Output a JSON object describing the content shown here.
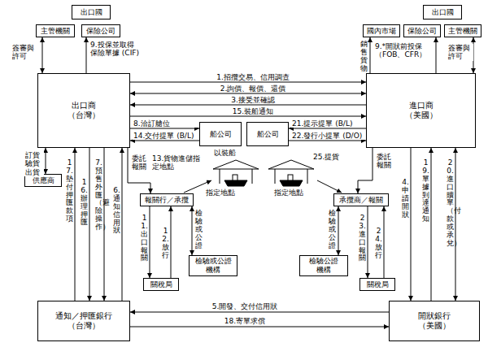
{
  "diagram": {
    "nodes": [
      {
        "text": [
          "出口國"
        ]
      },
      {
        "text": [
          "主管機關"
        ]
      },
      {
        "text": [
          "保險公司"
        ]
      },
      {
        "text": [
          "出口商 （台灣）"
        ]
      },
      {
        "text": [
          "出口國"
        ]
      },
      {
        "text": [
          "國內市場"
        ]
      },
      {
        "text": [
          "保險公司"
        ]
      },
      {
        "text": [
          "主管機關"
        ]
      },
      {
        "text": [
          "進口商 （美國）"
        ]
      },
      {
        "text": [
          "供應商"
        ]
      },
      {
        "text": [
          "船公司"
        ]
      },
      {
        "text": [
          "船公司"
        ]
      },
      {
        "text": [
          "報關行／承攬"
        ]
      },
      {
        "text": [
          "檢驗或公證 機構"
        ]
      },
      {
        "text": [
          "關稅局"
        ]
      },
      {
        "text": [
          "承攬商／報關"
        ]
      },
      {
        "text": [
          "檢驗公證 機構"
        ]
      },
      {
        "text": [
          "關稅局"
        ]
      },
      {
        "text": [
          "通知／押匯銀行 （台灣）"
        ]
      },
      {
        "text": [
          "開狀銀行 （美國）"
        ]
      }
    ],
    "edges": [
      {
        "from": 3,
        "to": 8,
        "arrow": "to",
        "label": "1.招攬交易、信用調查"
      },
      {
        "from": 3,
        "to": 8,
        "arrow": "both",
        "label": "2.詢價、報價、還價"
      },
      {
        "from": 8,
        "to": 3,
        "arrow": "to",
        "label": "3.接受並確認"
      },
      {
        "from": 3,
        "to": 8,
        "arrow": "to",
        "label": "15.裝船通知"
      },
      {
        "from": 3,
        "to": 10,
        "arrow": "to",
        "label": "8.洽訂艙位"
      },
      {
        "from": 10,
        "to": 3,
        "arrow": "to",
        "label": "14.交付提單 (B/L)"
      },
      {
        "from": 8,
        "to": 11,
        "arrow": "to",
        "label": "21.提示提單 (B/L)"
      },
      {
        "from": 11,
        "to": 8,
        "arrow": "to",
        "label": "22.發行小提單 (D/O)"
      },
      {
        "from": 1,
        "to": 3,
        "arrow": "both",
        "label": "簽審與 許可"
      },
      {
        "from": 3,
        "to": 2,
        "arrow": "to",
        "label": "9.投保並取得 保險單據 (CIF)"
      },
      {
        "from": 8,
        "to": 5,
        "arrow": "to",
        "label": "銷售貨物"
      },
      {
        "from": 8,
        "to": 6,
        "arrow": "to",
        "label": "9.*開狀前投保 （FOB、CFR）"
      },
      {
        "from": 7,
        "to": 8,
        "arrow": "both",
        "label": "簽審與 許可"
      },
      {
        "from": 3,
        "to": 9,
        "arrow": "both",
        "label": "訂貨 驗貨 出貨"
      },
      {
        "from": 18,
        "to": 3,
        "arrow": "to",
        "label": "17.墊付押匯款項"
      },
      {
        "from": 3,
        "to": 18,
        "arrow": "to",
        "label": "16.辦理押匯"
      },
      {
        "from": 3,
        "to": 18,
        "arrow": "to",
        "label": "7.預售外匯（避險操作）"
      },
      {
        "from": 18,
        "to": 3,
        "arrow": "to",
        "label": "6.通知信用狀"
      },
      {
        "from": 8,
        "to": 19,
        "arrow": "to",
        "label": "4.申請開狀"
      },
      {
        "from": 19,
        "to": 8,
        "arrow": "to",
        "label": "19.單據到達通知"
      },
      {
        "from": 8,
        "to": 19,
        "arrow": "both",
        "label": "20.進口贖單（付款或承兌）"
      },
      {
        "from": 3,
        "to": 12,
        "arrow": "to",
        "label": "委託 報關"
      },
      {
        "from": 12,
        "to": 14,
        "arrow": "to",
        "label": "11.出口報關"
      },
      {
        "from": 14,
        "to": 12,
        "arrow": "to",
        "label": "12.放行"
      },
      {
        "from": 12,
        "to": 13,
        "arrow": "both",
        "label": "檢驗或公證"
      },
      {
        "from": 8,
        "to": 15,
        "arrow": "to",
        "label": "委託 報關"
      },
      {
        "from": 15,
        "to": 17,
        "arrow": "to",
        "label": "23.進口報關"
      },
      {
        "from": 17,
        "to": 15,
        "arrow": "to",
        "label": "24.放行"
      },
      {
        "from": 15,
        "to": 16,
        "arrow": "both",
        "label": "檢驗或公證"
      },
      {
        "from": 19,
        "to": 18,
        "arrow": "to",
        "label": "5.開發、交付信用狀"
      },
      {
        "from": 18,
        "to": 19,
        "arrow": "to",
        "label": "18.寄單求償"
      }
    ],
    "labels": [
      "以裝船",
      "指定地點",
      "指定地點",
      "13.貨物進儲指定地點",
      "25.提貨"
    ]
  }
}
